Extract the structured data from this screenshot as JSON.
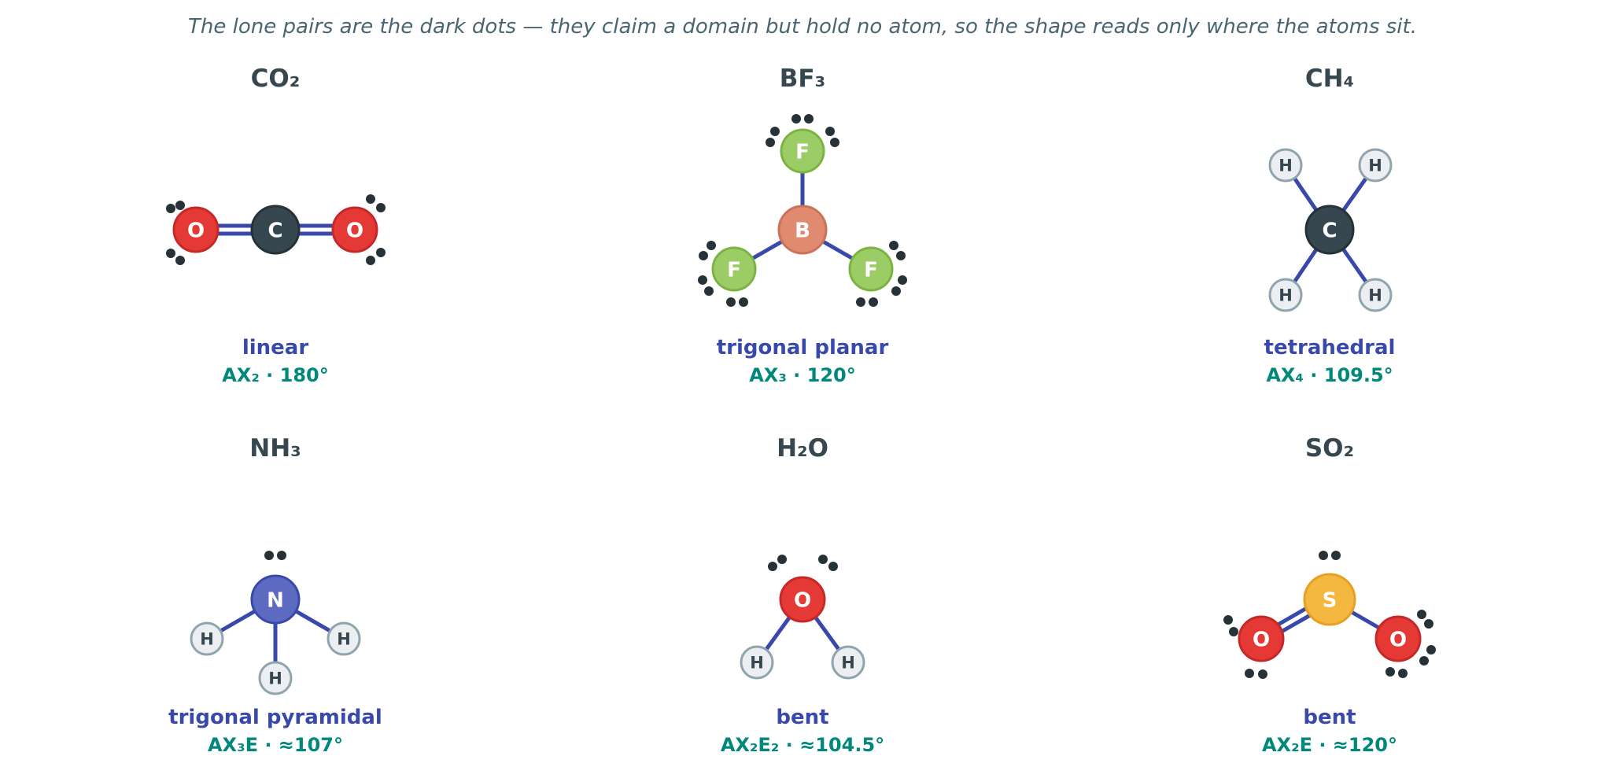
{
  "caption": "The lone pairs are the dark dots — they claim a domain but hold no atom, so the shape reads only where the atoms sit.",
  "colors": {
    "caption": "#4a6572",
    "formula": "#37474f",
    "shape": "#3949ab",
    "axe": "#00897b",
    "bond": "#3949ab",
    "lone_pair": "#263238"
  },
  "molecules": [
    {
      "formula": "CO₂",
      "shape": "linear",
      "axe": "AX₂ · 180°",
      "atoms": [
        {
          "label": "C",
          "kind": "C-center"
        },
        {
          "label": "O",
          "kind": "O"
        },
        {
          "label": "O",
          "kind": "O"
        }
      ]
    },
    {
      "formula": "BF₃",
      "shape": "trigonal planar",
      "axe": "AX₃ · 120°",
      "atoms": [
        {
          "label": "B",
          "kind": "B"
        },
        {
          "label": "F",
          "kind": "F"
        },
        {
          "label": "F",
          "kind": "F"
        },
        {
          "label": "F",
          "kind": "F"
        }
      ]
    },
    {
      "formula": "CH₄",
      "shape": "tetrahedral",
      "axe": "AX₄ · 109.5°",
      "atoms": [
        {
          "label": "C",
          "kind": "C-center"
        },
        {
          "label": "H",
          "kind": "H"
        },
        {
          "label": "H",
          "kind": "H"
        },
        {
          "label": "H",
          "kind": "H"
        },
        {
          "label": "H",
          "kind": "H"
        }
      ]
    },
    {
      "formula": "NH₃",
      "shape": "trigonal pyramidal",
      "axe": "AX₃E · ≈107°",
      "atoms": [
        {
          "label": "N",
          "kind": "N"
        },
        {
          "label": "H",
          "kind": "H"
        },
        {
          "label": "H",
          "kind": "H"
        },
        {
          "label": "H",
          "kind": "H"
        }
      ]
    },
    {
      "formula": "H₂O",
      "shape": "bent",
      "axe": "AX₂E₂ · ≈104.5°",
      "atoms": [
        {
          "label": "O",
          "kind": "O"
        },
        {
          "label": "H",
          "kind": "H"
        },
        {
          "label": "H",
          "kind": "H"
        }
      ]
    },
    {
      "formula": "SO₂",
      "shape": "bent",
      "axe": "AX₂E · ≈120°",
      "atoms": [
        {
          "label": "S",
          "kind": "S"
        },
        {
          "label": "O",
          "kind": "O"
        },
        {
          "label": "O",
          "kind": "O"
        }
      ]
    }
  ],
  "atom_styles": {
    "C-center": {
      "fill": "#37474f",
      "stroke": "#263238",
      "text": "#ffffff"
    },
    "O": {
      "fill": "#e53935",
      "stroke": "#c62828",
      "text": "#ffffff"
    },
    "B": {
      "fill": "#e08a70",
      "stroke": "#c8735a",
      "text": "#ffffff"
    },
    "F": {
      "fill": "#9ccc65",
      "stroke": "#7cb342",
      "text": "#ffffff"
    },
    "H": {
      "fill": "#eceff1",
      "stroke": "#90a4ae",
      "text": "#37474f"
    },
    "N": {
      "fill": "#5c6bc0",
      "stroke": "#3949ab",
      "text": "#ffffff"
    },
    "S": {
      "fill": "#f4b740",
      "stroke": "#e6a023",
      "text": "#ffffff"
    }
  }
}
